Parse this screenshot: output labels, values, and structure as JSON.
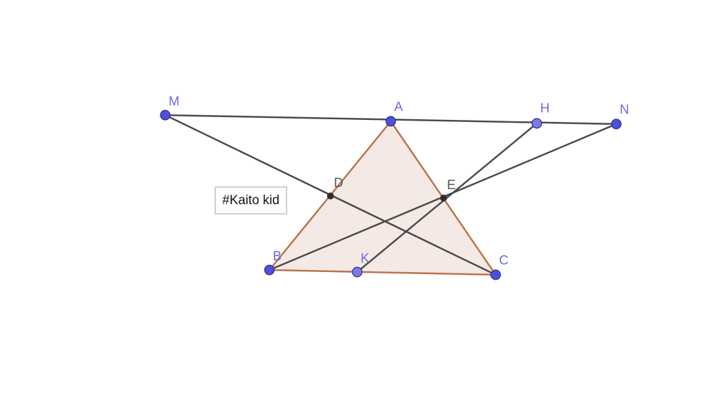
{
  "colors": {
    "background": "#ffffff",
    "triangle_fill": "#f4e9e4",
    "triangle_stroke": "#b8734a",
    "segment_stroke": "#4a4a4a",
    "free_point_fill": "#4f4fdc",
    "free_point_stroke": "#2c2c8c",
    "dependent_point_fill": "#2e2e2e",
    "label_color": "#6a6ae6",
    "dependent_label_color": "#555555"
  },
  "points": {
    "M": {
      "label": "M"
    },
    "A": {
      "label": "A"
    },
    "H": {
      "label": "H"
    },
    "N": {
      "label": "N"
    },
    "D": {
      "label": "D"
    },
    "E": {
      "label": "E"
    },
    "B": {
      "label": "B"
    },
    "K": {
      "label": "K"
    },
    "C": {
      "label": "C"
    }
  },
  "caption": {
    "text": "#Kaito kid"
  }
}
